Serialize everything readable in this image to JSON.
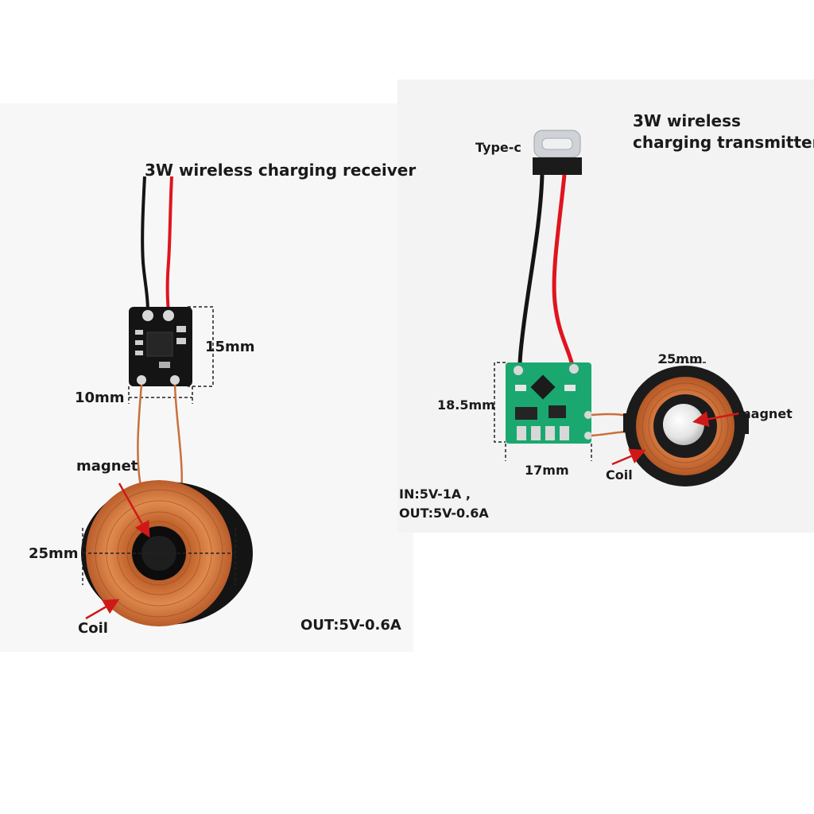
{
  "receiver": {
    "title": "3W wireless charging receiver",
    "height_dim": "15mm",
    "width_dim": "10mm",
    "magnet_label": "magnet",
    "coil_dim": "25mm",
    "coil_label": "Coil",
    "output": "OUT:5V-0.6A"
  },
  "transmitter": {
    "title_line1": "3W wireless",
    "title_line2": "charging transmitter",
    "connector_label": "Type-c",
    "height_dim": "18.5mm",
    "width_dim": "17mm",
    "coil_dim": "25mm",
    "magnet_label": "magnet",
    "coil_label": "Coil",
    "input": "IN:5V-1A ,",
    "output": "OUT:5V-0.6A"
  },
  "colors": {
    "background": "#ffffff",
    "photo_background": "#f6f6f6",
    "receiver_pcb": "#121212",
    "transmitter_pcb": "#1aa870",
    "copper": "#c8703c",
    "wire_red": "#e0141e",
    "wire_black": "#141414",
    "arrow": "#d01818"
  }
}
